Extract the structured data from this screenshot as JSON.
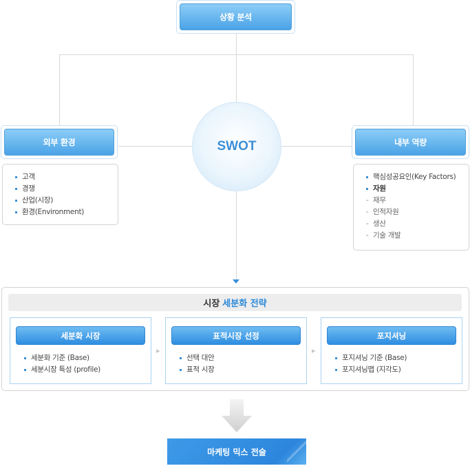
{
  "top": {
    "label": "상황 분석"
  },
  "center": {
    "label": "SWOT"
  },
  "external": {
    "label": "외부 환경",
    "items": [
      "고객",
      "경쟁",
      "산업(시장)",
      "환경(Environment)"
    ]
  },
  "internal": {
    "label": "내부 역량",
    "items": [
      "핵심성공요인(Key Factors)",
      "자원"
    ],
    "sub_items": [
      "재무",
      "인적자원",
      "생산",
      "기술 개발"
    ]
  },
  "segmentation": {
    "title_prefix": "시장",
    "title_highlight": "세분화 전략",
    "steps": [
      {
        "label": "세분화 시장",
        "items": [
          "세분화 기준 (Base)",
          "세분시장 특성 (profile)"
        ]
      },
      {
        "label": "표적시장 선정",
        "items": [
          "선택 대안",
          "표적 시장"
        ]
      },
      {
        "label": "포지셔닝",
        "items": [
          "포지셔닝 기준 (Base)",
          "포지셔닝맵 (지각도)"
        ]
      }
    ]
  },
  "result": {
    "label": "마케팅 믹스 전술"
  },
  "colors": {
    "accent": "#3a8fd8",
    "pill_top": "#8ccdf7",
    "pill_bottom": "#4aa3e6",
    "connector": "#d8d8d8"
  }
}
